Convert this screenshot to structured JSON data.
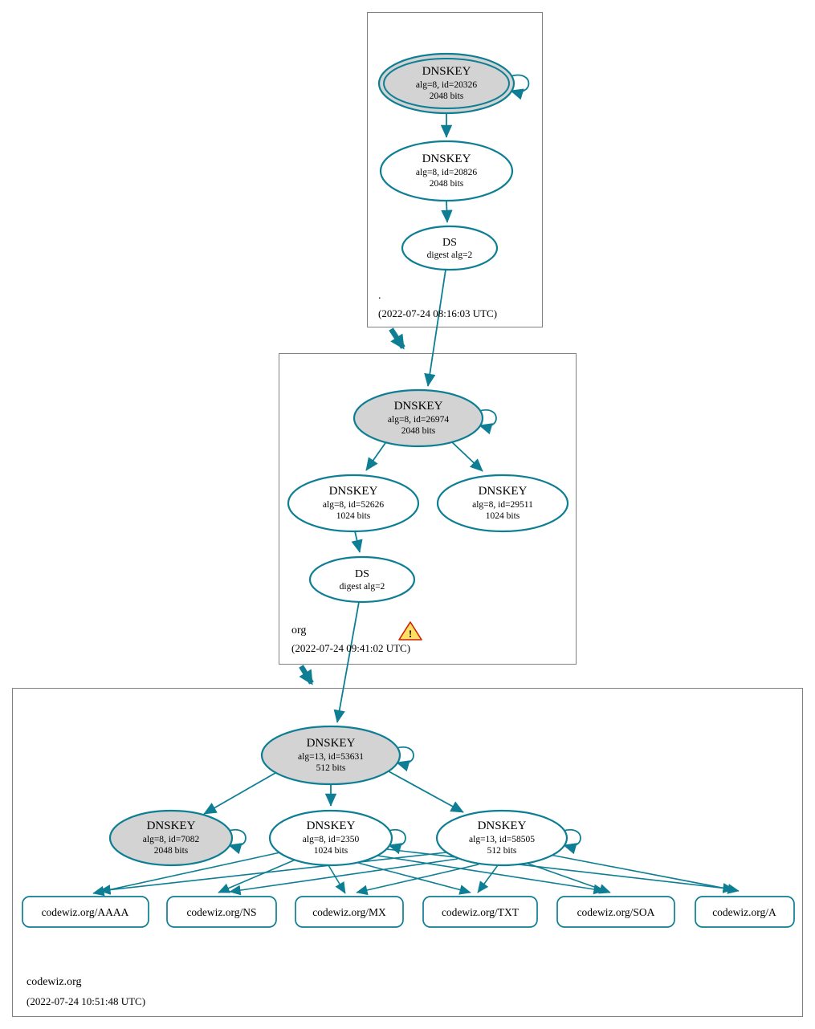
{
  "colors": {
    "edge": "#0d7e93",
    "ksk_fill": "#d3d3d3",
    "node_fill": "#ffffff",
    "box_border": "#808080",
    "warning_fill": "#ffe066",
    "warning_stroke": "#cc2200"
  },
  "zones": [
    {
      "label": ".",
      "timestamp": "(2022-07-24 08:16:03 UTC)",
      "nodes": {
        "ksk": {
          "title": "DNSKEY",
          "detail": "alg=8, id=20326",
          "bits": "2048 bits"
        },
        "zsk": {
          "title": "DNSKEY",
          "detail": "alg=8, id=20826",
          "bits": "2048 bits"
        },
        "ds": {
          "title": "DS",
          "detail": "digest alg=2"
        }
      }
    },
    {
      "label": "org",
      "timestamp": "(2022-07-24 09:41:02 UTC)",
      "warning": "!",
      "nodes": {
        "ksk": {
          "title": "DNSKEY",
          "detail": "alg=8, id=26974",
          "bits": "2048 bits"
        },
        "zsk1": {
          "title": "DNSKEY",
          "detail": "alg=8, id=52626",
          "bits": "1024 bits"
        },
        "zsk2": {
          "title": "DNSKEY",
          "detail": "alg=8, id=29511",
          "bits": "1024 bits"
        },
        "ds": {
          "title": "DS",
          "detail": "digest alg=2"
        }
      }
    },
    {
      "label": "codewiz.org",
      "timestamp": "(2022-07-24 10:51:48 UTC)",
      "nodes": {
        "ksk": {
          "title": "DNSKEY",
          "detail": "alg=13, id=53631",
          "bits": "512 bits"
        },
        "key1": {
          "title": "DNSKEY",
          "detail": "alg=8, id=7082",
          "bits": "2048 bits"
        },
        "key2": {
          "title": "DNSKEY",
          "detail": "alg=8, id=2350",
          "bits": "1024 bits"
        },
        "key3": {
          "title": "DNSKEY",
          "detail": "alg=13, id=58505",
          "bits": "512 bits"
        }
      },
      "rrsets": [
        {
          "label": "codewiz.org/AAAA"
        },
        {
          "label": "codewiz.org/NS"
        },
        {
          "label": "codewiz.org/MX"
        },
        {
          "label": "codewiz.org/TXT"
        },
        {
          "label": "codewiz.org/SOA"
        },
        {
          "label": "codewiz.org/A"
        }
      ]
    }
  ]
}
